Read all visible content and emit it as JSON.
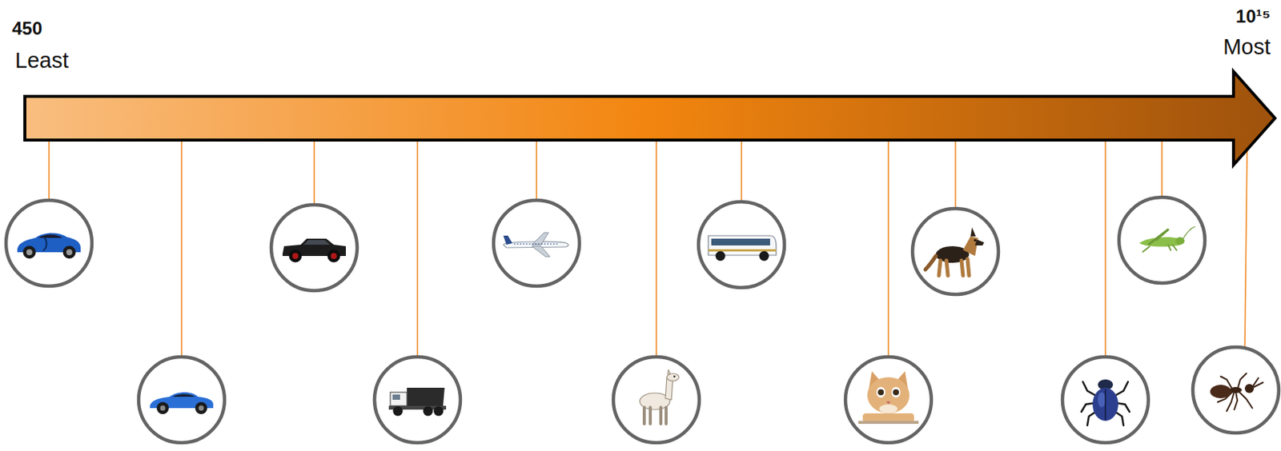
{
  "diagram": {
    "labels": [
      "450",
      "Least",
      "10¹⁵",
      "Most"
    ]
  }
}
